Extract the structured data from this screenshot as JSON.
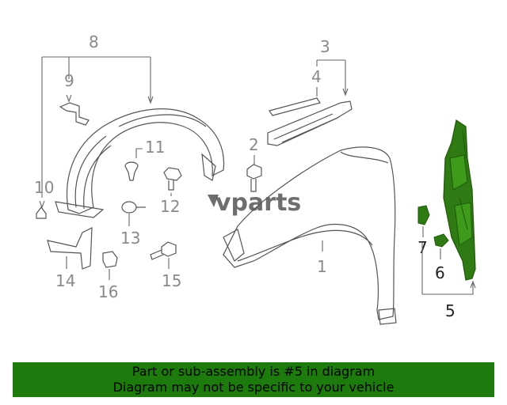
{
  "callouts": {
    "c1": "1",
    "c2": "2",
    "c3": "3",
    "c4": "4",
    "c5": "5",
    "c6": "6",
    "c7": "7",
    "c8": "8",
    "c9": "9",
    "c10": "10",
    "c11": "11",
    "c12": "12",
    "c13": "13",
    "c14": "14",
    "c15": "15",
    "c16": "16"
  },
  "watermark": "vparts",
  "banner": {
    "line1": "Part or sub-assembly is #5 in diagram",
    "line2": "Diagram may not be specific to your vehicle"
  },
  "colors": {
    "highlight": "#2f7a13",
    "highlight_dark": "#1f5a0a",
    "banner_bg": "#1d7a0c",
    "line": "#555555",
    "label": "#8a8a8a"
  }
}
